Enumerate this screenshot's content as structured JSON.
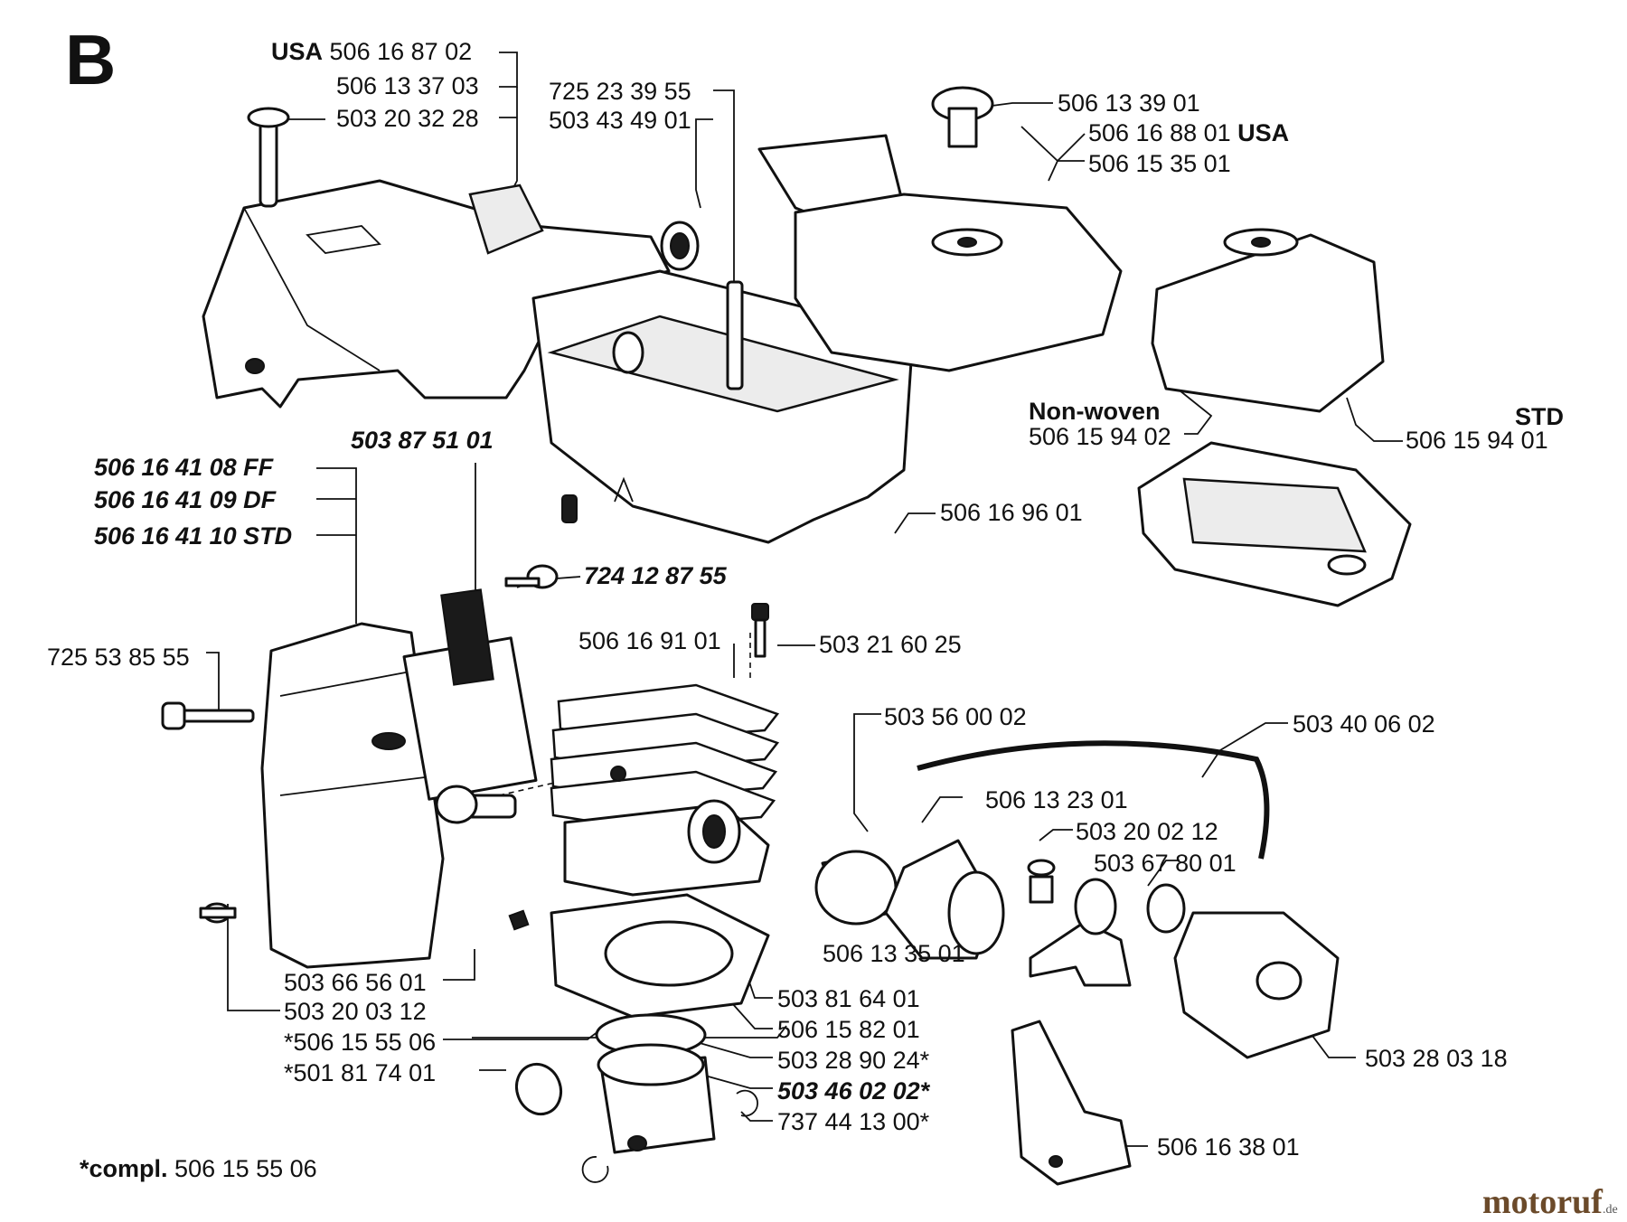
{
  "section": "B",
  "footer": {
    "prefix": "*compl.",
    "number": "506 15 55 06"
  },
  "watermark": {
    "brand": "motoruf",
    "tld": ".de",
    "color_brand": "#6b4a2a",
    "color_accent": "#3a6fb0"
  },
  "labels": {
    "usa_5061687": "506 16 87 02",
    "usa_tag_left": "USA",
    "p50613370": "506 13 37 03",
    "p50320322": "503 20 32 28",
    "p72523395": "725 23 39 55",
    "p50343490": "503 43 49 01",
    "p50613390": "506 13 39 01",
    "p50616880": "506 16 88 01",
    "usa_tag_right": "USA",
    "p50615350": "506 15 35 01",
    "nonwoven_title": "Non-woven",
    "p50615940_2": "506 15 94 02",
    "std_title": "STD",
    "p50615940_1": "506 15 94 01",
    "p5038751": "503 87 51 01",
    "ff": "506 16 41 08 FF",
    "df": "506 16 41 09 DF",
    "std": "506 16 41 10 STD",
    "p72412875": "724 12 87 55",
    "p50616960": "506 16 96 01",
    "p72553855": "725 53 85 55",
    "p50616910": "506 16 91 01",
    "p50321602": "503 21 60 25",
    "p50356000": "503 56 00 02",
    "p50340060": "503 40 06 02",
    "p50613230": "506 13 23 01",
    "p50320021": "503 20 02 12",
    "p50367800": "503 67 80 01",
    "p50613350": "506 13 35 01",
    "p50366560": "503 66 56 01",
    "p50320031": "503 20 03 12",
    "p50615550": "*506 15 55 06",
    "p50181740": "*501 81 74 01",
    "p50381640": "503 81 64 01",
    "p50615820": "506 15 82 01",
    "p50328902": "503 28 90 24*",
    "p50346020": "503 46 02 02*",
    "p73744130": "737 44 13 00*",
    "p50328031": "503 28 03 18",
    "p50616380": "506 16 38 01"
  }
}
